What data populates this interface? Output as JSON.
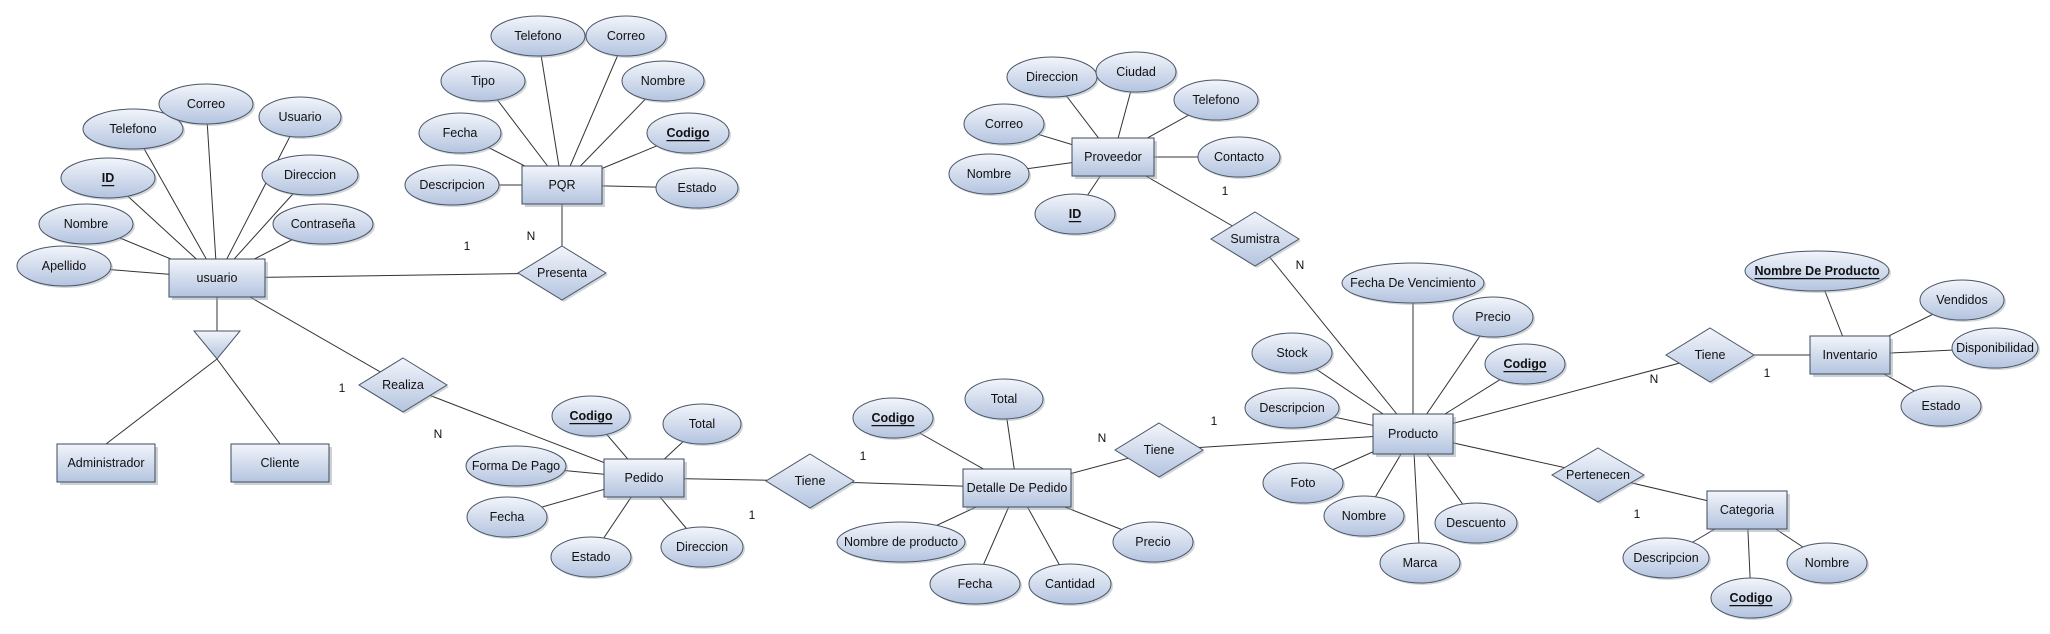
{
  "theme": {
    "shape_fill_top": "#f2f5fb",
    "shape_fill_bottom": "#b4c4df",
    "shadow": "#9aa3ad",
    "line": "#333333"
  },
  "entities": [
    {
      "id": "usuario",
      "label": "usuario"
    },
    {
      "id": "administrador",
      "label": "Administrador"
    },
    {
      "id": "cliente",
      "label": "Cliente"
    },
    {
      "id": "pqr",
      "label": "PQR"
    },
    {
      "id": "proveedor",
      "label": "Proveedor"
    },
    {
      "id": "pedido",
      "label": "Pedido"
    },
    {
      "id": "detalle",
      "label": "Detalle De Pedido"
    },
    {
      "id": "producto",
      "label": "Producto"
    },
    {
      "id": "inventario",
      "label": "Inventario"
    },
    {
      "id": "categoria",
      "label": "Categoria"
    }
  ],
  "relationships": [
    {
      "id": "presenta",
      "label": "Presenta"
    },
    {
      "id": "realiza",
      "label": "Realiza"
    },
    {
      "id": "tiene1",
      "label": "Tiene"
    },
    {
      "id": "tiene2",
      "label": "Tiene"
    },
    {
      "id": "sumistra",
      "label": "Sumistra"
    },
    {
      "id": "tiene3",
      "label": "Tiene"
    },
    {
      "id": "pertenecen",
      "label": "Pertenecen"
    }
  ],
  "attributes": [
    {
      "id": "u_apellido",
      "label": "Apellido",
      "entity": "usuario",
      "key": false
    },
    {
      "id": "u_nombre",
      "label": "Nombre",
      "entity": "usuario",
      "key": false
    },
    {
      "id": "u_id",
      "label": "ID",
      "entity": "usuario",
      "key": "underline"
    },
    {
      "id": "u_telefono",
      "label": "Telefono",
      "entity": "usuario",
      "key": false
    },
    {
      "id": "u_correo",
      "label": "Correo",
      "entity": "usuario",
      "key": false
    },
    {
      "id": "u_usuario",
      "label": "Usuario",
      "entity": "usuario",
      "key": false
    },
    {
      "id": "u_direccion",
      "label": "Direccion",
      "entity": "usuario",
      "key": false
    },
    {
      "id": "u_contrasena",
      "label": "Contraseña",
      "entity": "usuario",
      "key": false
    },
    {
      "id": "q_telefono",
      "label": "Telefono",
      "entity": "pqr",
      "key": false
    },
    {
      "id": "q_correo",
      "label": "Correo",
      "entity": "pqr",
      "key": false
    },
    {
      "id": "q_tipo",
      "label": "Tipo",
      "entity": "pqr",
      "key": false
    },
    {
      "id": "q_nombre",
      "label": "Nombre",
      "entity": "pqr",
      "key": false
    },
    {
      "id": "q_fecha",
      "label": "Fecha",
      "entity": "pqr",
      "key": false
    },
    {
      "id": "q_codigo",
      "label": "Codigo",
      "entity": "pqr",
      "key": true
    },
    {
      "id": "q_descripcion",
      "label": "Descripcion",
      "entity": "pqr",
      "key": false
    },
    {
      "id": "q_estado",
      "label": "Estado",
      "entity": "pqr",
      "key": false
    },
    {
      "id": "pv_direccion",
      "label": "Direccion",
      "entity": "proveedor",
      "key": false
    },
    {
      "id": "pv_ciudad",
      "label": "Ciudad",
      "entity": "proveedor",
      "key": false
    },
    {
      "id": "pv_telefono",
      "label": "Telefono",
      "entity": "proveedor",
      "key": false
    },
    {
      "id": "pv_correo",
      "label": "Correo",
      "entity": "proveedor",
      "key": false
    },
    {
      "id": "pv_contacto",
      "label": "Contacto",
      "entity": "proveedor",
      "key": false
    },
    {
      "id": "pv_nombre",
      "label": "Nombre",
      "entity": "proveedor",
      "key": false
    },
    {
      "id": "pv_id",
      "label": "ID",
      "entity": "proveedor",
      "key": true
    },
    {
      "id": "pe_codigo",
      "label": "Codigo",
      "entity": "pedido",
      "key": true
    },
    {
      "id": "pe_total",
      "label": "Total",
      "entity": "pedido",
      "key": false
    },
    {
      "id": "pe_forma",
      "label": "Forma De Pago",
      "entity": "pedido",
      "key": false
    },
    {
      "id": "pe_fecha",
      "label": "Fecha",
      "entity": "pedido",
      "key": false
    },
    {
      "id": "pe_estado",
      "label": "Estado",
      "entity": "pedido",
      "key": false
    },
    {
      "id": "pe_direccion",
      "label": "Direccion",
      "entity": "pedido",
      "key": false
    },
    {
      "id": "d_codigo",
      "label": "Codigo",
      "entity": "detalle",
      "key": true
    },
    {
      "id": "d_total",
      "label": "Total",
      "entity": "detalle",
      "key": false
    },
    {
      "id": "d_nombre",
      "label": "Nombre de producto",
      "entity": "detalle",
      "key": false
    },
    {
      "id": "d_fecha",
      "label": "Fecha",
      "entity": "detalle",
      "key": false
    },
    {
      "id": "d_cantidad",
      "label": "Cantidad",
      "entity": "detalle",
      "key": false
    },
    {
      "id": "d_precio",
      "label": "Precio",
      "entity": "detalle",
      "key": false
    },
    {
      "id": "p_vencimiento",
      "label": "Fecha De Vencimiento",
      "entity": "producto",
      "key": false
    },
    {
      "id": "p_precio",
      "label": "Precio",
      "entity": "producto",
      "key": false
    },
    {
      "id": "p_stock",
      "label": "Stock",
      "entity": "producto",
      "key": false
    },
    {
      "id": "p_codigo",
      "label": "Codigo",
      "entity": "producto",
      "key": true
    },
    {
      "id": "p_descripcion",
      "label": "Descripcion",
      "entity": "producto",
      "key": false
    },
    {
      "id": "p_foto",
      "label": "Foto",
      "entity": "producto",
      "key": false
    },
    {
      "id": "p_nombre",
      "label": "Nombre",
      "entity": "producto",
      "key": false
    },
    {
      "id": "p_descuento",
      "label": "Descuento",
      "entity": "producto",
      "key": false
    },
    {
      "id": "p_marca",
      "label": "Marca",
      "entity": "producto",
      "key": false
    },
    {
      "id": "i_nombre",
      "label": "Nombre De Producto",
      "entity": "inventario",
      "key": "underline"
    },
    {
      "id": "i_vendidos",
      "label": "Vendidos",
      "entity": "inventario",
      "key": false
    },
    {
      "id": "i_disponibilidad",
      "label": "Disponibilidad",
      "entity": "inventario",
      "key": false
    },
    {
      "id": "i_estado",
      "label": "Estado",
      "entity": "inventario",
      "key": false
    },
    {
      "id": "c_descripcion",
      "label": "Descripcion",
      "entity": "categoria",
      "key": false
    },
    {
      "id": "c_nombre",
      "label": "Nombre",
      "entity": "categoria",
      "key": false
    },
    {
      "id": "c_codigo",
      "label": "Codigo",
      "entity": "categoria",
      "key": true
    }
  ],
  "cardinalities": [
    {
      "id": "c_presenta_usuario",
      "label": "1"
    },
    {
      "id": "c_presenta_pqr",
      "label": "N"
    },
    {
      "id": "c_realiza_usuario",
      "label": "1"
    },
    {
      "id": "c_realiza_pedido",
      "label": "N"
    },
    {
      "id": "c_tiene1_pedido",
      "label": "1"
    },
    {
      "id": "c_tiene1_detalle",
      "label": "1"
    },
    {
      "id": "c_tiene2_detalle",
      "label": "N"
    },
    {
      "id": "c_tiene2_producto",
      "label": "1"
    },
    {
      "id": "c_sumistra_proveedor",
      "label": "1"
    },
    {
      "id": "c_sumistra_producto",
      "label": "N"
    },
    {
      "id": "c_tiene3_producto",
      "label": "N"
    },
    {
      "id": "c_tiene3_inventario",
      "label": "1"
    },
    {
      "id": "c_pertenecen_categoria",
      "label": "1"
    }
  ]
}
